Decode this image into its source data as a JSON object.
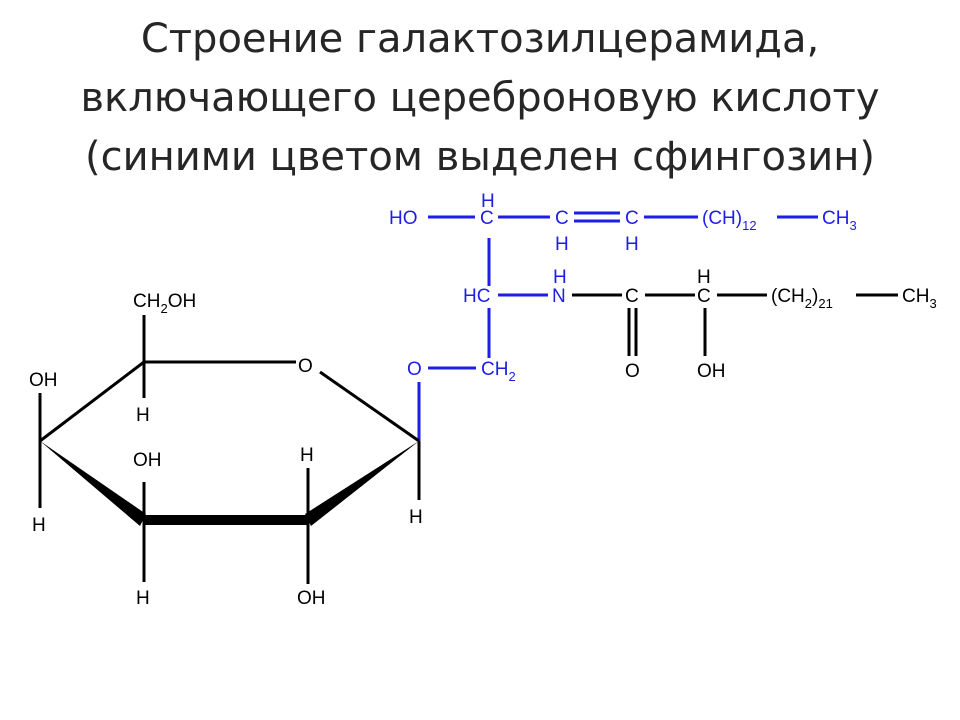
{
  "title": {
    "line1": "Строение галактозилцерамида,",
    "line2": "включающего цереброновую кислоту",
    "line3": "(синими цветом выделен сфингозин)"
  },
  "colors": {
    "text": "#262626",
    "bond": "#000000",
    "sphingosine": "#1e1ee6"
  },
  "sphingosine": {
    "ho": "HO",
    "c1": "C",
    "c1_h": "H",
    "c2": "C",
    "c2_h": "H",
    "c3": "C",
    "c3_h": "H",
    "ch_chain": "(CH)",
    "ch_chain_sub": "12",
    "ch3": "CH",
    "ch3_sub": "3",
    "hc": "HC",
    "n": "N",
    "n_h": "H",
    "o_link": "O",
    "ch2": "CH",
    "ch2_sub": "2"
  },
  "fatty_acid": {
    "c_carbonyl": "C",
    "o_carbonyl": "O",
    "c_alpha": "C",
    "c_alpha_h": "H",
    "c_alpha_oh": "OH",
    "chain": "(CH",
    "chain_sub": "2",
    "chain_close": ")",
    "chain_count": "21",
    "ch3": "CH",
    "ch3_sub": "3"
  },
  "galactose": {
    "ch2oh_a": "CH",
    "ch2oh_sub": "2",
    "ch2oh_b": "OH",
    "ring_o": "O",
    "c5_h": "H",
    "c4_oh": "OH",
    "c4_h": "H",
    "c3_oh": "OH",
    "c3_h": "H",
    "c2_h": "H",
    "c2_oh": "OH",
    "c1_h": "H"
  }
}
